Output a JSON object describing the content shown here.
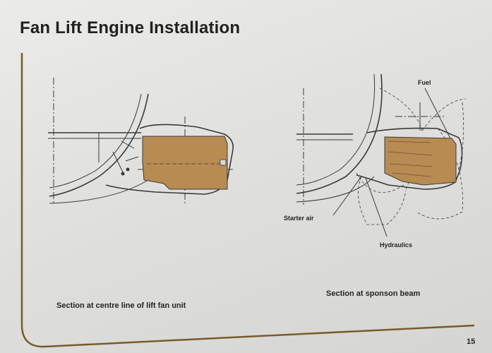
{
  "title": "Fan Lift Engine Installation",
  "left_figure": {
    "caption": "Section at centre line of lift fan unit"
  },
  "right_figure": {
    "caption": "Section at sponson beam",
    "labels": {
      "fuel": "Fuel",
      "starter_air": "Starter air",
      "hydraulics": "Hydraulics"
    }
  },
  "page_number": "15",
  "colors": {
    "frame_brown": "#7a5a2a",
    "engine_fill": "#b88b52",
    "line_ink": "#3a3a3a"
  }
}
